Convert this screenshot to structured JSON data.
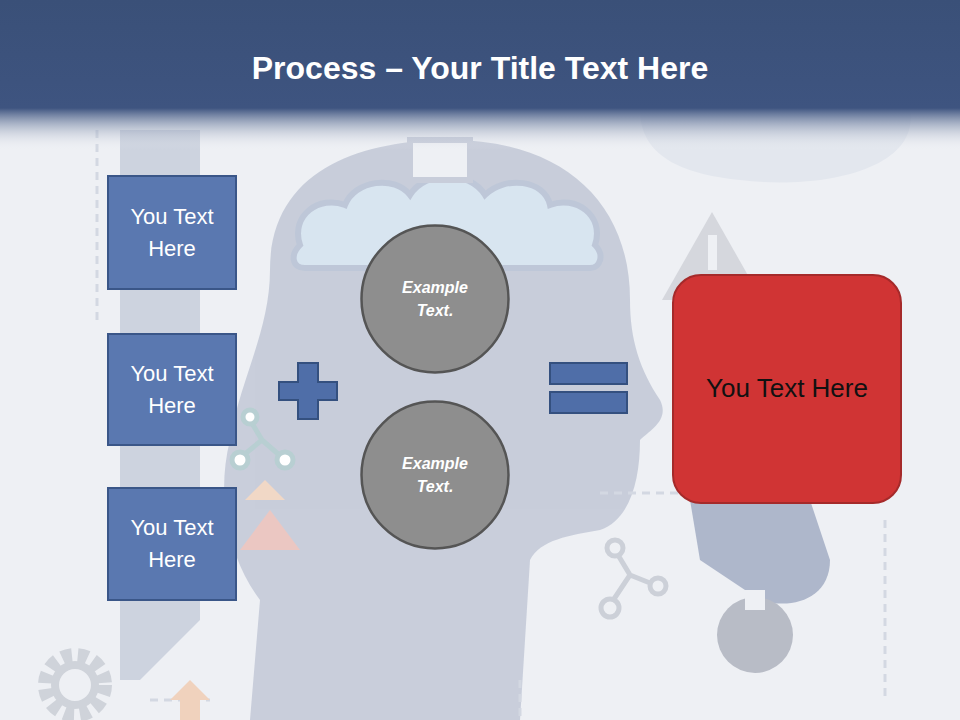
{
  "diagram": {
    "title": "Process – Your Title Text Here",
    "nodes": [
      {
        "text": [
          "You Text Here"
        ]
      },
      {
        "text": [
          "You Text Here"
        ]
      },
      {
        "text": [
          "You Text Here"
        ]
      },
      {
        "text": [
          "Example Text."
        ]
      },
      {
        "text": [
          "Example Text."
        ]
      },
      {
        "text": [
          "You Text Here"
        ]
      }
    ]
  }
}
